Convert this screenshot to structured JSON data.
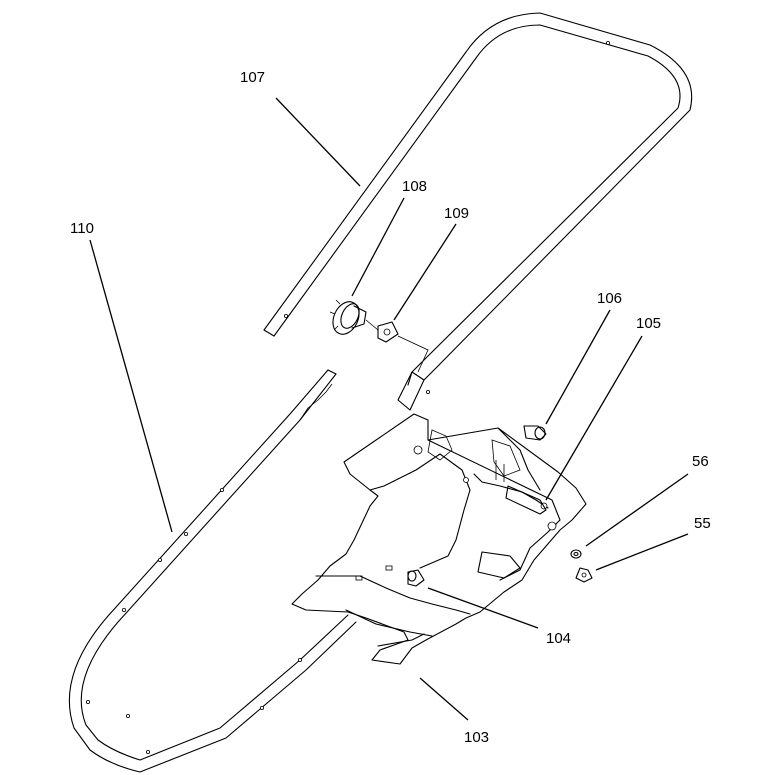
{
  "callouts": {
    "c55": "55",
    "c56": "56",
    "c103": "103",
    "c104": "104",
    "c105": "105",
    "c106": "106",
    "c107": "107",
    "c108": "108",
    "c109": "109",
    "c110": "110"
  }
}
